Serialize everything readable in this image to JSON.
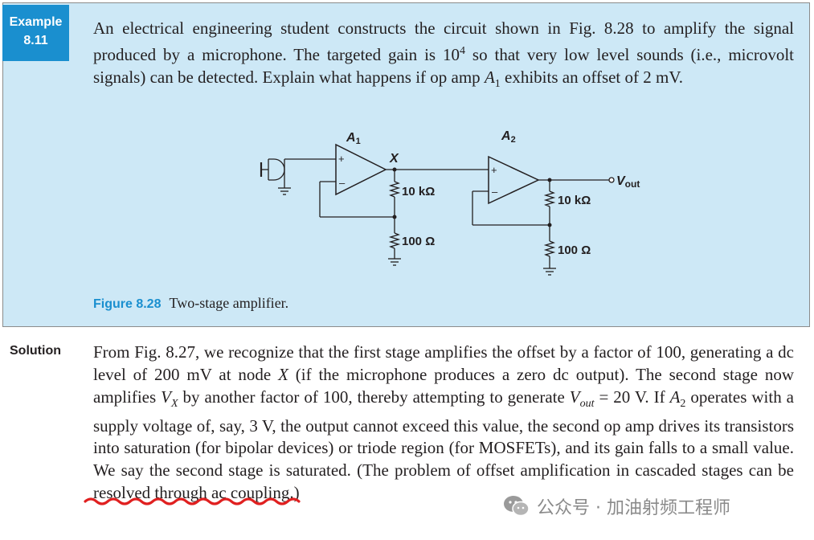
{
  "badge": {
    "word": "Example",
    "number": "8.11"
  },
  "problem": {
    "t1": "An electrical engineering student constructs the circuit shown in Fig. 8.28 to amplify the signal produced by a microphone. The targeted gain is 10",
    "t1_sup": "4",
    "t2": " so that very low level sounds (i.e., microvolt signals) can be detected. Explain what happens if op amp ",
    "t2_var": "A",
    "t2_sub": "1",
    "t3": " exhibits an offset of 2 mV."
  },
  "figure": {
    "label": "Figure 8.28",
    "caption": "Two-stage amplifier.",
    "labels": {
      "a1": "A",
      "a1_sub": "1",
      "a2": "A",
      "a2_sub": "2",
      "x": "X",
      "plus": "+",
      "minus": "–",
      "vout": "V",
      "vout_sub": "out",
      "r1": "10 kΩ",
      "r2": "100 Ω",
      "r3": "10 kΩ",
      "r4": "100 Ω"
    }
  },
  "solution": {
    "label": "Solution",
    "s1": "From Fig. 8.27, we recognize that the first stage amplifies the offset by a factor of 100, generating a dc level of 200 mV at node ",
    "s1_var": "X",
    "s2": " (if the microphone produces a zero dc output). The second stage now amplifies ",
    "s2_var": "V",
    "s2_sub": "X",
    "s3": " by another factor of 100, thereby attempting to generate ",
    "s3_var": "V",
    "s3_sub": "out",
    "s4": " = 20 V. If ",
    "s4_var": "A",
    "s4_sub": "2",
    "s5": " operates with a supply voltage of, say, 3 V, the output cannot exceed this value, the second op amp drives its transistors into saturation (for bipolar devices) or triode region (for MOSFETs), and its gain falls to a small value. We say the second stage is saturated. (The problem of offset amplification in cascaded stages can be resolved through ac coupling.)"
  },
  "watermark": {
    "text": "公众号 · 加油射频工程师",
    "icon": "wechat-icon"
  },
  "colors": {
    "box_bg": "#cde8f6",
    "accent": "#1a8fcf",
    "squiggle": "#e02020",
    "watermark": "#8a8a8a"
  }
}
